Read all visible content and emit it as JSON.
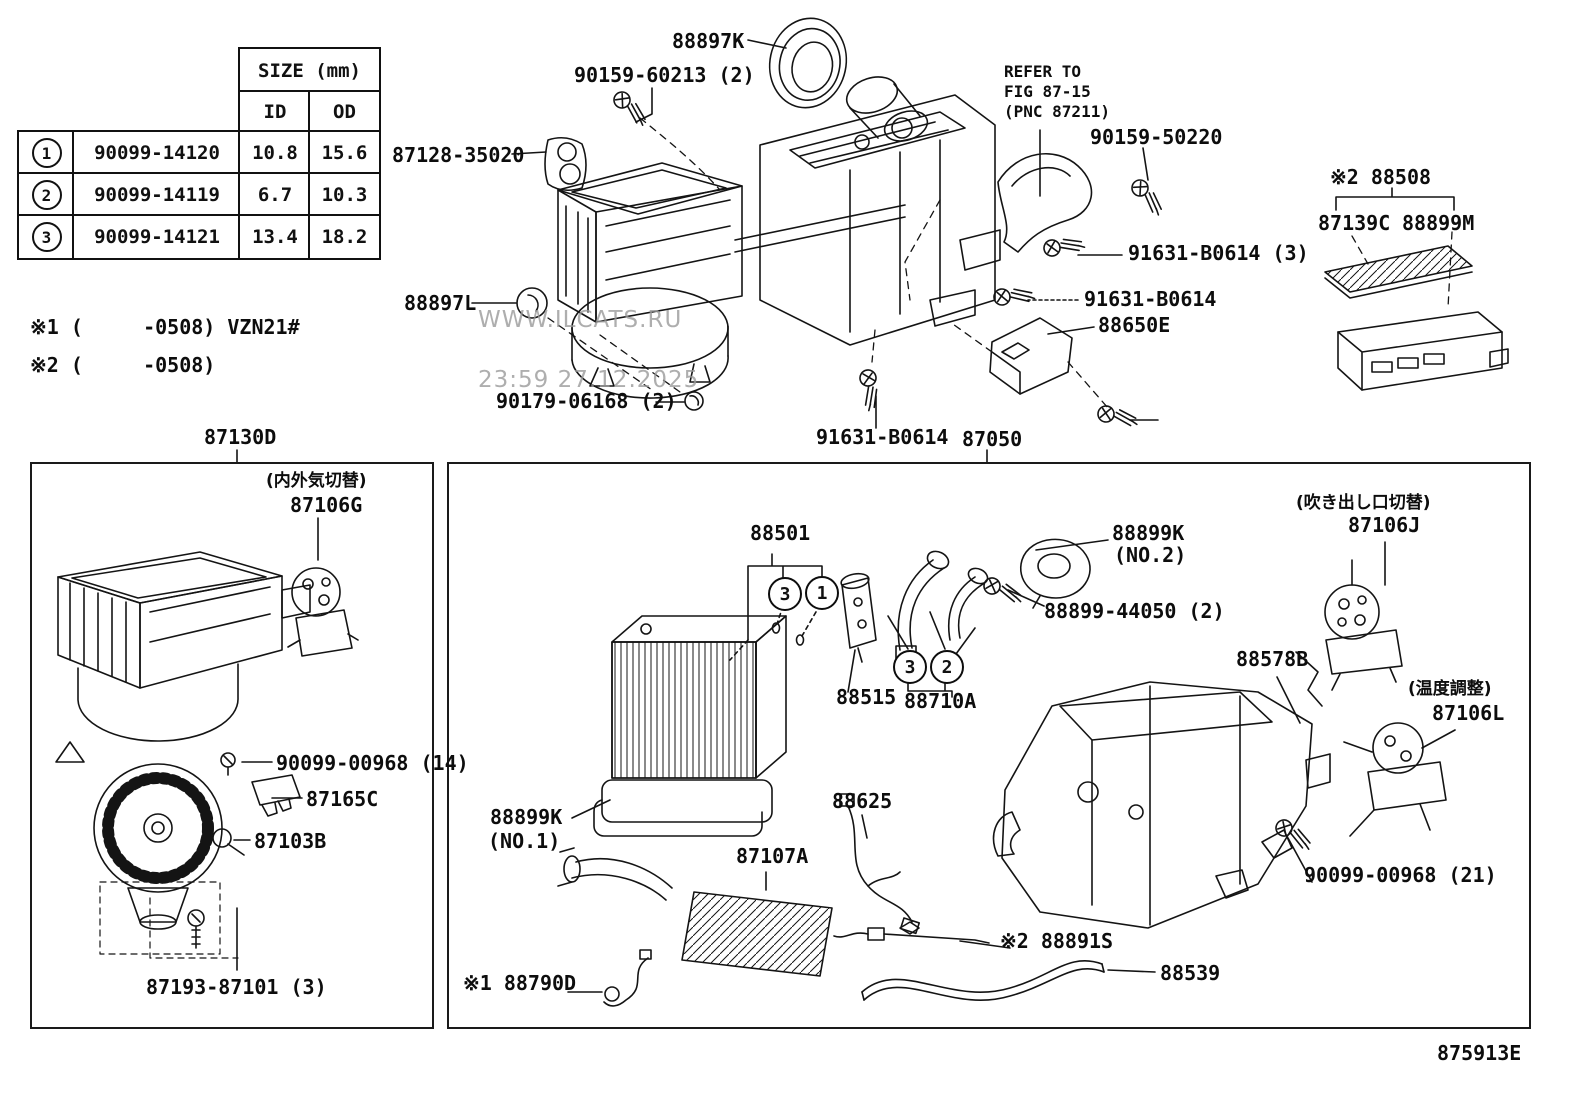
{
  "watermark": {
    "line1": "WWW.ILCATS.RU",
    "line2": "23:59 27.12.2025"
  },
  "figure_code": "875913E",
  "size_table": {
    "title": "SIZE (mm)",
    "col_id": "ID",
    "col_od": "OD",
    "rows": [
      {
        "index": "1",
        "part": "90099-14120",
        "id": "10.8",
        "od": "15.6"
      },
      {
        "index": "2",
        "part": "90099-14119",
        "id": "6.7",
        "od": "10.3"
      },
      {
        "index": "3",
        "part": "90099-14121",
        "id": "13.4",
        "od": "18.2"
      }
    ]
  },
  "notes": {
    "note1": "※1 (     -0508) VZN21#",
    "note2": "※2 (     -0508)"
  },
  "top_labels": {
    "l_88897K": "88897K",
    "l_90159_60213": "90159-60213 (2)",
    "l_87128_35020": "87128-35020",
    "l_refer": "REFER TO\nFIG 87-15\n(PNC 87211)",
    "l_90159_50220": "90159-50220",
    "l_88508": "※2 88508",
    "l_87139C": "87139C",
    "l_88899M": "88899M",
    "l_91631_B0614_3": "91631-B0614 (3)",
    "l_91631_B0614_a": "91631-B0614",
    "l_88650E": "88650E",
    "l_88897L": "88897L",
    "l_90179_06168": "90179-06168 (2)",
    "l_91631_B0614_b": "91631-B0614",
    "l_87050": "87050",
    "l_87130D": "87130D"
  },
  "blower_box_labels": {
    "jp_87106G": "(内外気切替)",
    "l_87106G": "87106G",
    "l_90099_00968_14": "90099-00968 (14)",
    "l_87165C": "87165C",
    "l_87103B": "87103B",
    "l_87193_87101": "87193-87101 (3)"
  },
  "main_box_labels": {
    "l_88501": "88501",
    "l_88899K_no2": "88899K",
    "l_no2": "(NO.2)",
    "l_88899_44050": "88899-44050 (2)",
    "l_88515": "88515",
    "l_88710A": "88710A",
    "jp_87106J": "(吹き出し口切替)",
    "l_87106J": "87106J",
    "l_88578B": "88578B",
    "jp_87106L": "(温度調整)",
    "l_87106L": "87106L",
    "l_88899K_no1": "88899K",
    "l_no1": "(NO.1)",
    "l_87107A": "87107A",
    "l_88625": "88625",
    "l_90099_00968_21": "90099-00968 (21)",
    "l_88891S": "※2 88891S",
    "l_88539": "88539",
    "l_88790D": "※1 88790D"
  },
  "callouts": {
    "c1": "1",
    "c2": "2",
    "c3": "3"
  }
}
